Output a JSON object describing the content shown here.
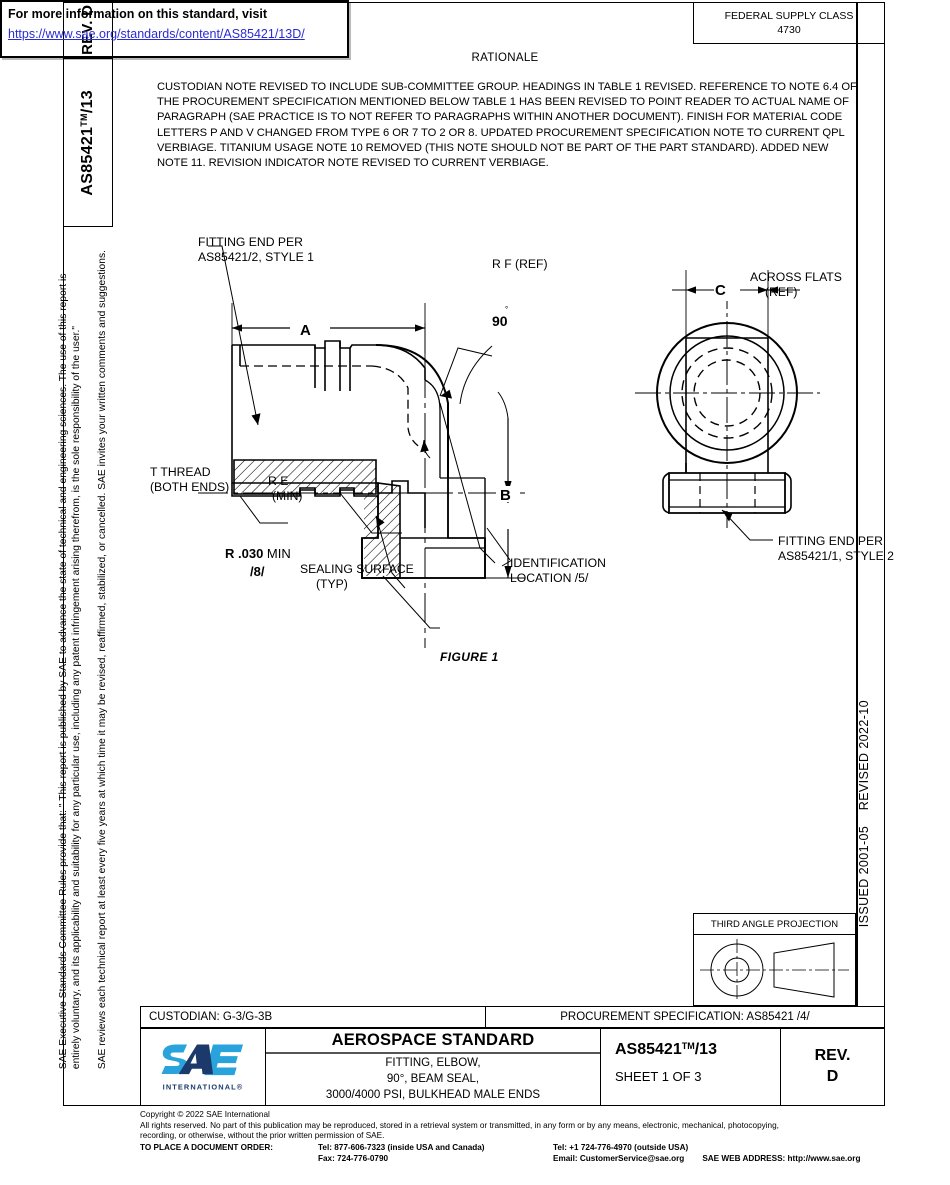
{
  "header": {
    "rev_label": "REV.",
    "rev_value": "D",
    "designation": "AS85421",
    "designation_tm": "TM",
    "designation_suffix": "/13",
    "fsc_label": "FEDERAL SUPPLY CLASS",
    "fsc_value": "4730"
  },
  "legal_sidebar": {
    "line1": "SAE Executive Standards Committee Rules provide that: \" This report is published by SAE to advance the state of technical and engineering sciences. The use of this report is",
    "line2": "entirely voluntary, and its applicability and suitability for any particular use, including any patent infringement arising therefrom, is the sole responsibility of the user.\"",
    "line3": "SAE reviews each technical report at least every five years at which time it may be revised, reaffirmed, stabilized, or cancelled. SAE invites your written comments and suggestions."
  },
  "dates": {
    "issued": "ISSUED 2001-05",
    "revised": "REVISED 2022-10"
  },
  "rationale": {
    "title": "RATIONALE",
    "body": "CUSTODIAN NOTE REVISED TO INCLUDE SUB-COMMITTEE GROUP. HEADINGS IN TABLE 1 REVISED. REFERENCE TO NOTE 6.4 OF THE PROCUREMENT SPECIFICATION MENTIONED BELOW TABLE 1 HAS BEEN REVISED TO POINT READER TO ACTUAL NAME OF PARAGRAPH (SAE PRACTICE IS TO NOT REFER TO PARAGRAPHS WITHIN ANOTHER DOCUMENT). FINISH FOR MATERIAL CODE LETTERS P AND V CHANGED FROM TYPE 6 OR 7 TO 2 OR 8. UPDATED PROCUREMENT SPECIFICATION NOTE TO CURRENT QPL VERBIAGE. TITANIUM USAGE NOTE 10 REMOVED (THIS NOTE SHOULD NOT BE PART OF THE PART STANDARD). ADDED NEW NOTE 11. REVISION INDICATOR NOTE REVISED TO CURRENT VERBIAGE."
  },
  "drawing": {
    "figure_label": "FIGURE 1",
    "callouts": {
      "fitting_end_1_l1": "FITTING END PER",
      "fitting_end_1_l2": "AS85421/2, STYLE 1",
      "fitting_end_2_l1": "FITTING END PER",
      "fitting_end_2_l2": "AS85421/1, STYLE 2",
      "dim_a": "A",
      "dim_b": "B",
      "dim_c": "C",
      "rf_ref": "R F (REF)",
      "angle_90": "90",
      "angle_deg": "°",
      "across_flats_l1": "ACROSS FLATS",
      "across_flats_l2": "(REF)",
      "t_thread_l1": "T THREAD",
      "t_thread_l2": "(BOTH ENDS)",
      "re_min_l1": "R  E",
      "re_min_l2": "(MIN)",
      "r030_bold": "R .030",
      "r030_rest": " MIN",
      "r030_note": "/8/",
      "sealing_l1": "SEALING SURFACE",
      "sealing_l2": "(TYP)",
      "ident_l1": "IDENTIFICATION",
      "ident_l2": "LOCATION  /5/"
    }
  },
  "info_box": {
    "line1": "For more information on this standard, visit",
    "link": "https://www.sae.org/standards/content/AS85421/13D/"
  },
  "third_angle": {
    "title": "THIRD ANGLE PROJECTION"
  },
  "strip": {
    "custodian": "CUSTODIAN: G-3/G-3B",
    "procurement": "PROCUREMENT SPECIFICATION: AS85421 /4/"
  },
  "title_block": {
    "heading": "AEROSPACE STANDARD",
    "sub_l1": "FITTING, ELBOW,",
    "sub_l2": "90°, BEAM SEAL,",
    "sub_l3": "3000/4000 PSI, BULKHEAD MALE ENDS",
    "number": "AS85421",
    "number_tm": "TM",
    "number_suffix": "/13",
    "sheet": "SHEET 1 OF 3",
    "rev_label": "REV.",
    "rev_value": "D",
    "logo_main": "SAE",
    "logo_sub": "INTERNATIONAL®"
  },
  "footer": {
    "copyright": "Copyright © 2022 SAE International",
    "rights_l1": "All rights reserved. No part of this publication may be reproduced, stored in a retrieval system or transmitted, in any form or by any means, electronic, mechanical, photocopying,",
    "rights_l2": "recording, or otherwise, without the prior written permission of SAE.",
    "order_label": "TO PLACE A DOCUMENT ORDER:",
    "tel_inside": "Tel: 877-606-7323 (inside USA and Canada)",
    "fax": "Fax: 724-776-0790",
    "tel_outside": "Tel: +1 724-776-4970 (outside USA)",
    "email": "Email: CustomerService@sae.org",
    "web": "SAE WEB ADDRESS: http://www.sae.org"
  },
  "colors": {
    "link": "#2b2bd4",
    "logo_blue": "#29a3dc",
    "logo_dark": "#1b3a6b"
  }
}
